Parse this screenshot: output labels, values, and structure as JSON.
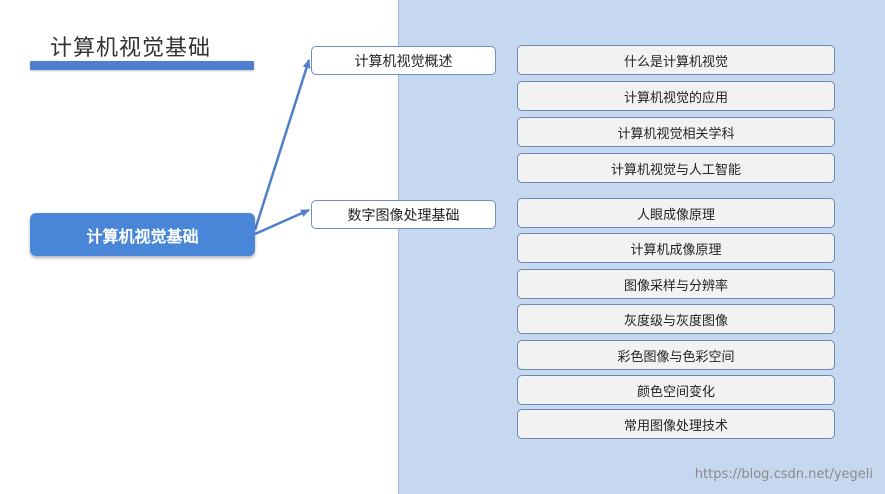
{
  "title": "计算机视觉基础",
  "root": "计算机视觉基础",
  "branches": [
    {
      "label": "计算机视觉概述",
      "items": [
        "什么是计算机视觉",
        "计算机视觉的应用",
        "计算机视觉相关学科",
        "计算机视觉与人工智能"
      ]
    },
    {
      "label": "数字图像处理基础",
      "items": [
        "人眼成像原理",
        "计算机成像原理",
        "图像采样与分辨率",
        "灰度级与灰度图像",
        "彩色图像与色彩空间",
        "颜色空间变化",
        "常用图像处理技术"
      ]
    }
  ],
  "watermark": "https://blog.csdn.net/yegeli",
  "colors": {
    "accent": "#4a86d8",
    "panel": "#c6d8ef"
  }
}
